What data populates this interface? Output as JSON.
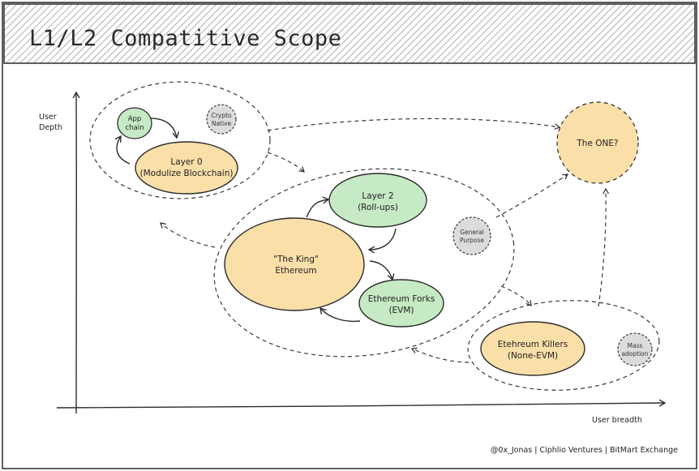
{
  "title": "L1/L2 Compatitive Scope",
  "axes": {
    "y_label_line1": "User",
    "y_label_line2": "Depth",
    "x_label": "User breadth"
  },
  "nodes": {
    "app_chain": {
      "line1": "App",
      "line2": "chain"
    },
    "layer0": {
      "line1": "Layer 0",
      "line2": "(Modulize Blockchain)"
    },
    "crypto_native": {
      "line1": "Crypto",
      "line2": "Native"
    },
    "the_one": {
      "line1": "The ONE?"
    },
    "layer2": {
      "line1": "Layer 2",
      "line2": "(Roll-ups)"
    },
    "ethereum": {
      "line1": "\"The King\"",
      "line2": "Ethereum"
    },
    "ethereum_forks": {
      "line1": "Ethereum Forks",
      "line2": "(EVM)"
    },
    "general_purpose": {
      "line1": "General",
      "line2": "Purpose"
    },
    "eth_killers": {
      "line1": "Etehreum Killers",
      "line2": "(None-EVM)"
    },
    "mass_adoption": {
      "line1": "Mass",
      "line2": "adoption"
    }
  },
  "credit": "@0x_Jonas | Ciphlio Ventures | BitMart Exchange",
  "colors": {
    "orange_fill": "#fbdfa9",
    "green_fill": "#c6eac4",
    "grey_fill": "#dcdcdc",
    "stroke": "#2b2b2b",
    "title_band": "#d6d6d6"
  }
}
